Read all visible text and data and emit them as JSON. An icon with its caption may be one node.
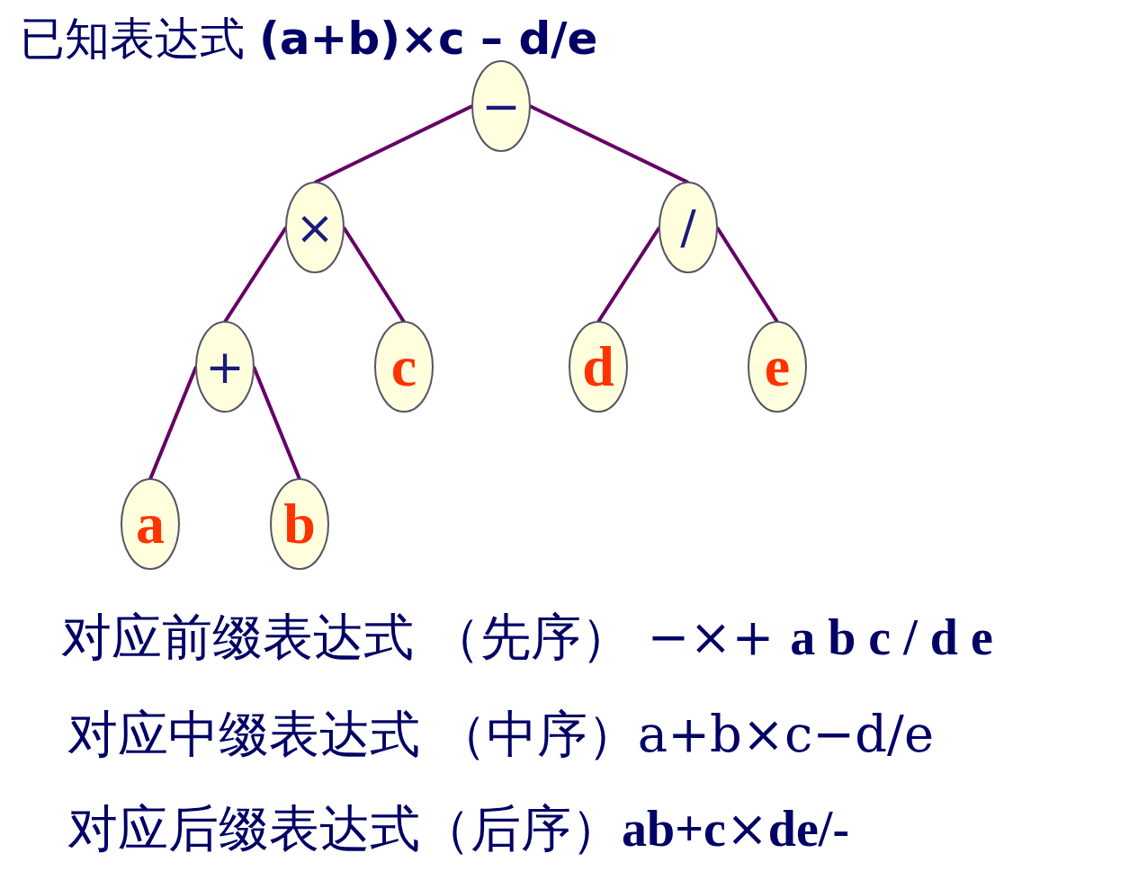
{
  "diagram": {
    "title": "已知表达式 **(a+b)×c – d/e**",
    "nodes": [
      {
        "text": [
          "−"
        ]
      },
      {
        "text": [
          "×"
        ]
      },
      {
        "text": [
          "/"
        ]
      },
      {
        "text": [
          "+"
        ]
      },
      {
        "text": [
          "c"
        ]
      },
      {
        "text": [
          "d"
        ]
      },
      {
        "text": [
          "e"
        ]
      },
      {
        "text": [
          "a"
        ]
      },
      {
        "text": [
          "b"
        ]
      }
    ],
    "edges": [
      {
        "from": 0,
        "to": 1,
        "arrow": "none"
      },
      {
        "from": 0,
        "to": 2,
        "arrow": "none"
      },
      {
        "from": 1,
        "to": 3,
        "arrow": "none"
      },
      {
        "from": 1,
        "to": 4,
        "arrow": "none"
      },
      {
        "from": 2,
        "to": 5,
        "arrow": "none"
      },
      {
        "from": 2,
        "to": 6,
        "arrow": "none"
      },
      {
        "from": 3,
        "to": 7,
        "arrow": "none"
      },
      {
        "from": 3,
        "to": 8,
        "arrow": "none"
      }
    ],
    "labels": [
      "对应前缀表达式 （先序） −×+ **a b c / d e**",
      "对应中缀表达式 （中序）a+b×c−d/e",
      "对应后缀表达式（后序）**ab+c**×**de/-**"
    ]
  }
}
